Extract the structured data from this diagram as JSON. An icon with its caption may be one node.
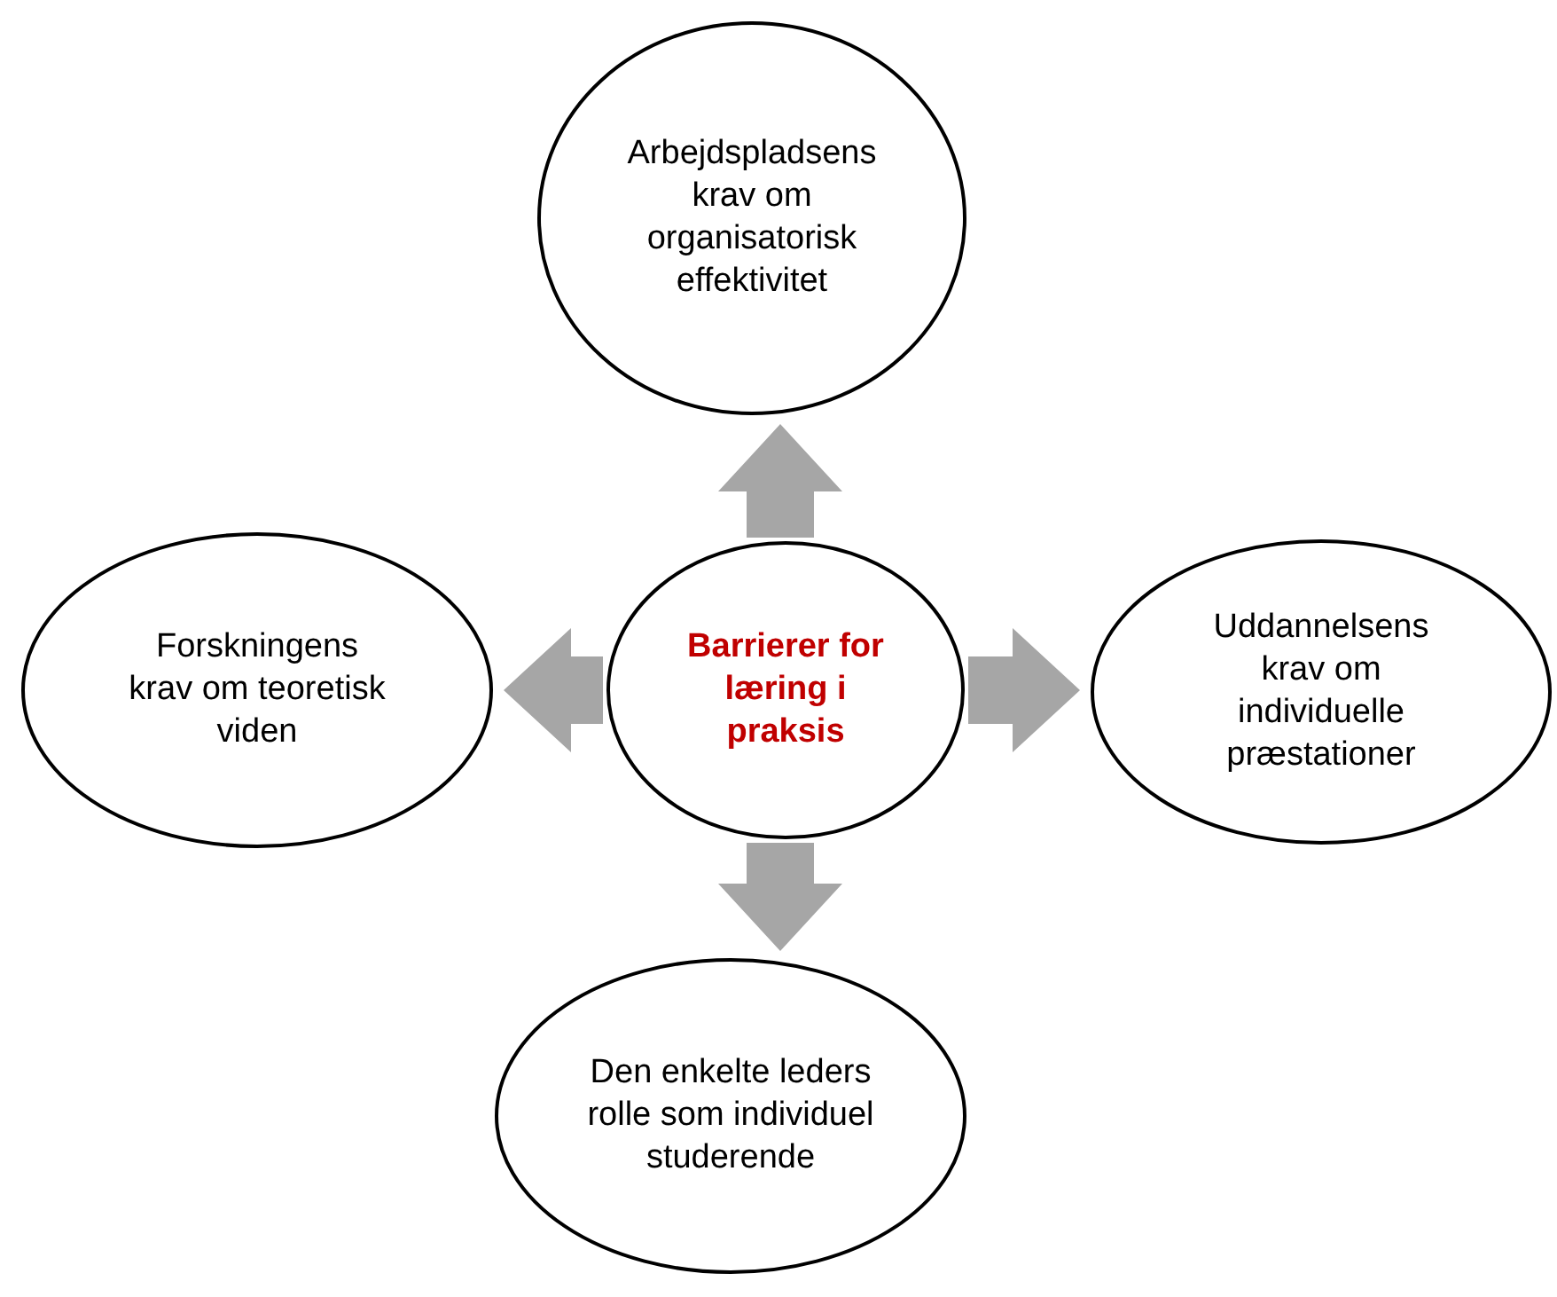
{
  "diagram": {
    "nodes": [
      {
        "text": [
          "Barrierer for læring i praksis"
        ]
      },
      {
        "text": [
          "Arbejdspladsens krav om organisatorisk effektivitet"
        ]
      },
      {
        "text": [
          "Uddannelsens krav om individuelle præstationer"
        ]
      },
      {
        "text": [
          "Den enkelte leders rolle som individuel studerende"
        ]
      },
      {
        "text": [
          "Forskningens krav om teoretisk viden"
        ]
      }
    ],
    "edges": [
      {
        "from": 0,
        "to": 1,
        "arrow": "to",
        "style": "thick",
        "color": "#a6a6a6"
      },
      {
        "from": 0,
        "to": 2,
        "arrow": "to",
        "style": "thick",
        "color": "#a6a6a6"
      },
      {
        "from": 0,
        "to": 3,
        "arrow": "to",
        "style": "thick",
        "color": "#a6a6a6"
      },
      {
        "from": 0,
        "to": 4,
        "arrow": "to",
        "style": "thick",
        "color": "#a6a6a6"
      }
    ]
  }
}
